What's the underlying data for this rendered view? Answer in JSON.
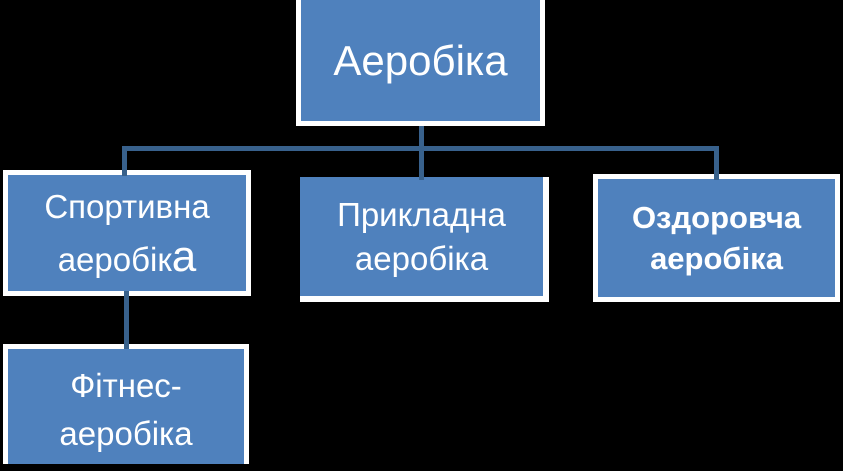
{
  "colors": {
    "background": "#000000",
    "box_fill": "#4F81BD",
    "box_border": "#FFFFFF",
    "connector": "#38618C",
    "text": "#FFFFFF"
  },
  "diagram": {
    "type": "hierarchy",
    "nodes": {
      "root": {
        "label": "Аеробіка"
      },
      "sport": {
        "line1": "Спортивна",
        "line2": "аеробік",
        "line2_suffix": "a"
      },
      "applied": {
        "line1": "Прикладна",
        "line2": "аеробіка"
      },
      "health": {
        "line1": "Оздоровча",
        "line2": "аеробіка",
        "bold": "true"
      },
      "fitness": {
        "line1": "Фітнес-",
        "line2": "аеробіка"
      }
    },
    "edges": [
      {
        "from": "root",
        "to": "sport"
      },
      {
        "from": "root",
        "to": "applied"
      },
      {
        "from": "root",
        "to": "health"
      },
      {
        "from": "sport",
        "to": "fitness"
      }
    ]
  }
}
